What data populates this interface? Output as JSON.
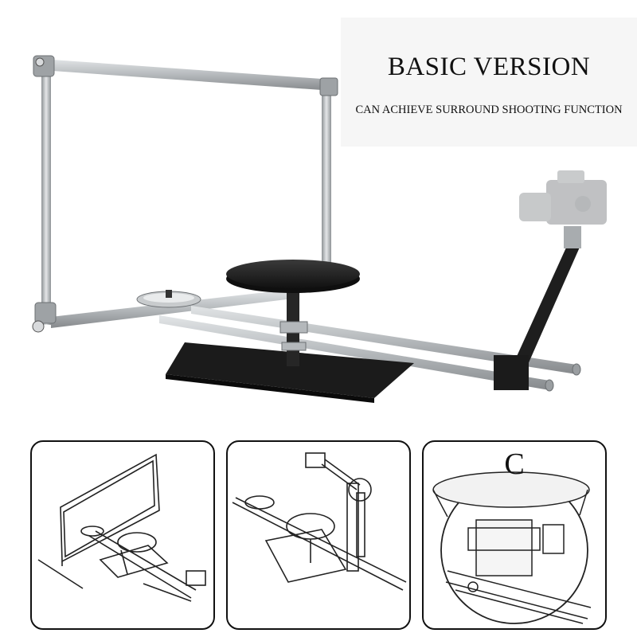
{
  "header": {
    "title": "BASIC VERSION",
    "subtitle": "CAN ACHIEVE SURROUND SHOOTING FUNCTION"
  },
  "detail_panels": [
    {
      "label": ""
    },
    {
      "label": ""
    },
    {
      "label": "C"
    }
  ],
  "colors": {
    "frame": "#bfc3c6",
    "frame_shadow": "#8e9396",
    "matte_black": "#1e1e1e",
    "drawing_line": "#222222"
  }
}
